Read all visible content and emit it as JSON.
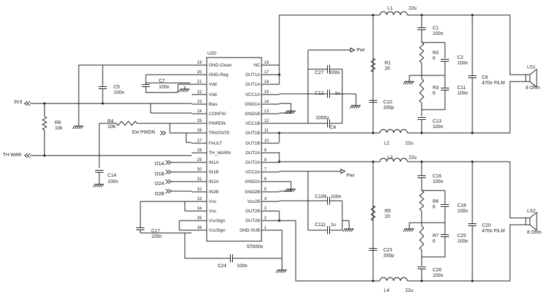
{
  "chip": {
    "ref": "U20",
    "part": "STA50x",
    "left_pins": [
      {
        "num": "19",
        "name": "GND-Clean"
      },
      {
        "num": "20",
        "name": "GND-Reg"
      },
      {
        "num": "21",
        "name": "Vdd"
      },
      {
        "num": "22",
        "name": "Vdd"
      },
      {
        "num": "23",
        "name": "Bias"
      },
      {
        "num": "24",
        "name": "CONFIG"
      },
      {
        "num": "25",
        "name": "PWRDN"
      },
      {
        "num": "26",
        "name": "TRISTATE"
      },
      {
        "num": "27",
        "name": "FAULT"
      },
      {
        "num": "28",
        "name": "TH_WARN"
      },
      {
        "num": "29",
        "name": "IN1A"
      },
      {
        "num": "30",
        "name": "IN1B"
      },
      {
        "num": "31",
        "name": "IN2A"
      },
      {
        "num": "32",
        "name": "IN2B"
      },
      {
        "num": "33",
        "name": "Vss"
      },
      {
        "num": "34",
        "name": "Vss"
      },
      {
        "num": "35",
        "name": "VccSign"
      },
      {
        "num": "36",
        "name": "VccSign"
      }
    ],
    "right_pins": [
      {
        "num": "18",
        "name": "NC"
      },
      {
        "num": "17",
        "name": "OUT1A"
      },
      {
        "num": "16",
        "name": "OUT1A"
      },
      {
        "num": "15",
        "name": "VCC1A"
      },
      {
        "num": "14",
        "name": "GND1A"
      },
      {
        "num": "13",
        "name": "GND1B"
      },
      {
        "num": "12",
        "name": "VCC1B"
      },
      {
        "num": "11",
        "name": "OUT1B"
      },
      {
        "num": "10",
        "name": "OUT1B"
      },
      {
        "num": "9",
        "name": "OUT2A"
      },
      {
        "num": "8",
        "name": "OUT2A"
      },
      {
        "num": "7",
        "name": "VCC2A"
      },
      {
        "num": "6",
        "name": "GND2A"
      },
      {
        "num": "5",
        "name": "GND2B"
      },
      {
        "num": "4",
        "name": "Vcc2B"
      },
      {
        "num": "3",
        "name": "OUT2B"
      },
      {
        "num": "2",
        "name": "OUT2B"
      },
      {
        "num": "1",
        "name": "GND-SUB"
      }
    ]
  },
  "nets": {
    "v3v3": "3V3",
    "thwar": "TH WAR",
    "ext_pwdn": "Ext PWDN",
    "pwr1": "Pwr",
    "pwr2": "Pwr",
    "in1a": "O1A",
    "in1b": "O1B",
    "in2a": "O2A",
    "in2b": "O2B"
  },
  "components": [
    {
      "ref": "C5",
      "value": "100n"
    },
    {
      "ref": "C7",
      "value": "100n"
    },
    {
      "ref": "R8",
      "value": "10k"
    },
    {
      "ref": "R4",
      "value": "10K"
    },
    {
      "ref": "C14",
      "value": "100n"
    },
    {
      "ref": "C17",
      "value": "100n"
    },
    {
      "ref": "C24",
      "value": "100n"
    },
    {
      "ref": "C27",
      "value": "100n"
    },
    {
      "ref": "C12",
      "value": "1u"
    },
    {
      "ref": "C4",
      "value": "1000u"
    },
    {
      "ref": "C109",
      "value": "100n"
    },
    {
      "ref": "C111",
      "value": "1u"
    },
    {
      "ref": "L1",
      "value": "22u"
    },
    {
      "ref": "L2",
      "value": "22u"
    },
    {
      "ref": "L3",
      "value": "22u"
    },
    {
      "ref": "L4",
      "value": "22u"
    },
    {
      "ref": "R1",
      "value": "20"
    },
    {
      "ref": "C10",
      "value": "330p"
    },
    {
      "ref": "C1",
      "value": "100n"
    },
    {
      "ref": "R2",
      "value": "6"
    },
    {
      "ref": "C2",
      "value": "100n"
    },
    {
      "ref": "R3",
      "value": "6"
    },
    {
      "ref": "C11",
      "value": "100n"
    },
    {
      "ref": "C13",
      "value": "100n"
    },
    {
      "ref": "C6",
      "value": "470n FILM"
    },
    {
      "ref": "R5",
      "value": "20"
    },
    {
      "ref": "C23",
      "value": "330p"
    },
    {
      "ref": "C16",
      "value": "100n"
    },
    {
      "ref": "R6",
      "value": "6"
    },
    {
      "ref": "C18",
      "value": "100n"
    },
    {
      "ref": "R7",
      "value": "6"
    },
    {
      "ref": "C25",
      "value": "100n"
    },
    {
      "ref": "C26",
      "value": "100n"
    },
    {
      "ref": "C20",
      "value": "470n FILM"
    }
  ],
  "speakers": [
    {
      "ref": "LS1",
      "value": "8 Ohm"
    },
    {
      "ref": "LS2",
      "value": "8 Ohm"
    }
  ]
}
